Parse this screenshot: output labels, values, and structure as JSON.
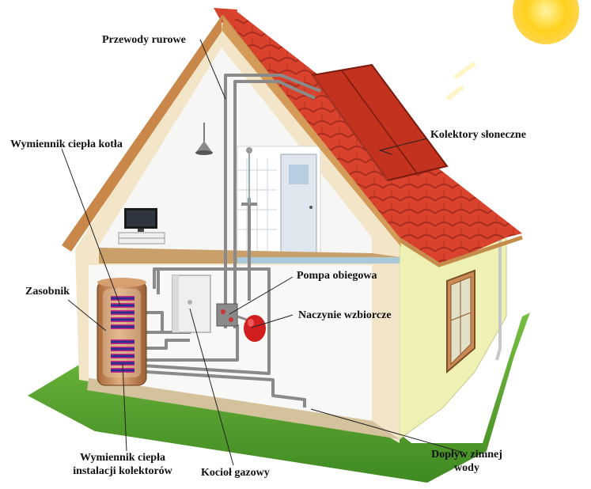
{
  "labels": {
    "przewody_rurowe": "Przewody rurowe",
    "kolektory": "Kolektory słoneczne",
    "wymiennik_kotla": "Wymiennik ciepła kotła",
    "zasobnik": "Zasobnik",
    "pompa": "Pompa obiegowa",
    "naczynie": "Naczynie wzbiorcze",
    "doplyw_line1": "Dopływ zimnej",
    "doplyw_line2": "wody",
    "kociol": "Kocioł gazowy",
    "wymiennik_kolektorow_line1": "Wymiennik ciepła",
    "wymiennik_kolektorow_line2": "instalacji kolektorów"
  },
  "colors": {
    "roof_tile": "#d9432e",
    "roof_tile_dark": "#a82c1d",
    "solar_panel": "#c2321f",
    "wall_outer": "#f3e6c8",
    "wall_side": "#eef0b4",
    "grass": "#5fa533",
    "pipe": "#8a8a8a",
    "sun": "#ffd21f",
    "tank": "#c98a55",
    "boiler": "#eef0ee",
    "expansion_vessel": "#d11f1f",
    "pointer_line": "#222222"
  }
}
